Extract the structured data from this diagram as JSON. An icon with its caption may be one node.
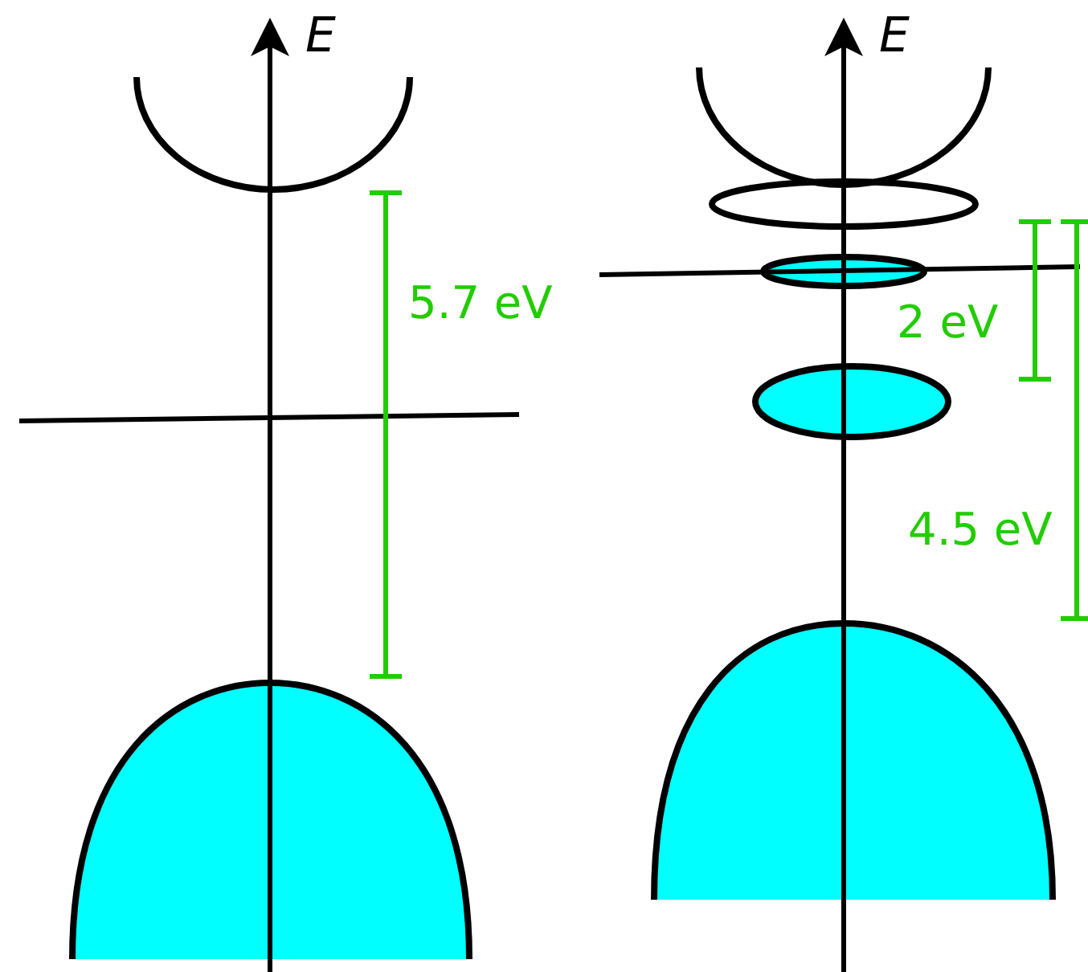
{
  "diagram": {
    "labels": [
      "E",
      "E",
      "5.7 eV",
      "2 eV",
      "4.5 eV"
    ]
  }
}
